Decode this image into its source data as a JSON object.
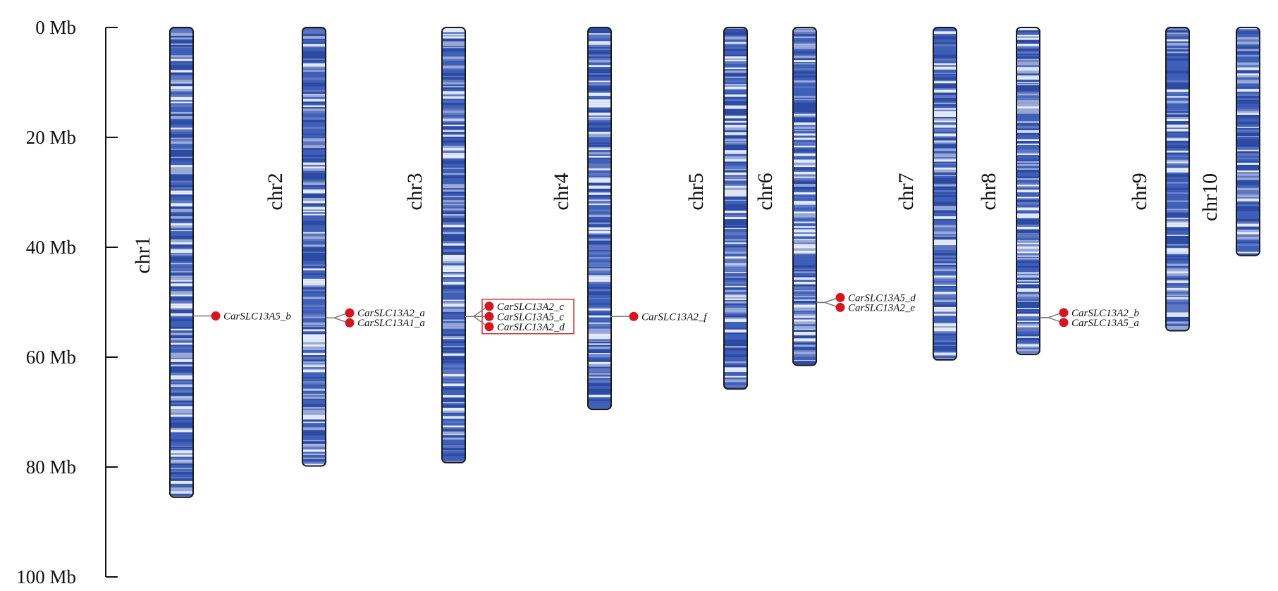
{
  "chart_data": {
    "type": "chromosome_ideogram",
    "axis": {
      "ylim": [
        0,
        100
      ],
      "ticks": [
        {
          "value": 0,
          "label": "0 Mb"
        },
        {
          "value": 20,
          "label": "20 Mb"
        },
        {
          "value": 40,
          "label": "40 Mb"
        },
        {
          "value": 60,
          "label": "60 Mb"
        },
        {
          "value": 80,
          "label": "80 Mb"
        },
        {
          "value": 100,
          "label": "100 Mb"
        }
      ]
    },
    "colors": {
      "chromosome_fill": "#3f5fb8",
      "chromosome_dark": "#2d4aa3",
      "chromosome_light": "#e4ebf8",
      "chromosome_outline": "#1a1a1a",
      "gene_marker": "#d6161e",
      "connector": "#7a7a7a",
      "cluster_box": "#c0393f"
    },
    "chromosomes": [
      {
        "name": "chr1",
        "length_mb": 85.5
      },
      {
        "name": "chr2",
        "length_mb": 79.8
      },
      {
        "name": "chr3",
        "length_mb": 79.2
      },
      {
        "name": "chr4",
        "length_mb": 69.5
      },
      {
        "name": "chr5",
        "length_mb": 65.8
      },
      {
        "name": "chr6",
        "length_mb": 61.5
      },
      {
        "name": "chr7",
        "length_mb": 60.5
      },
      {
        "name": "chr8",
        "length_mb": 59.5
      },
      {
        "name": "chr9",
        "length_mb": 55.2
      },
      {
        "name": "chr10",
        "length_mb": 41.5
      }
    ],
    "genes": [
      {
        "name": "CarSLC13A5_b",
        "chr": "chr1",
        "position_mb": 52.5
      },
      {
        "name": "CarSLC13A2_a",
        "chr": "chr2",
        "position_mb": 52.5
      },
      {
        "name": "CarSLC13A1_a",
        "chr": "chr2",
        "position_mb": 53.2
      },
      {
        "name": "CarSLC13A2_c",
        "chr": "chr3",
        "position_mb": 52.3,
        "cluster": true
      },
      {
        "name": "CarSLC13A5_c",
        "chr": "chr3",
        "position_mb": 52.6,
        "cluster": true
      },
      {
        "name": "CarSLC13A2_d",
        "chr": "chr3",
        "position_mb": 52.9,
        "cluster": true
      },
      {
        "name": "CarSLC13A2_f",
        "chr": "chr4",
        "position_mb": 52.6
      },
      {
        "name": "CarSLC13A5_d",
        "chr": "chr6",
        "position_mb": 40.9
      },
      {
        "name": "CarSLC13A2_e",
        "chr": "chr6",
        "position_mb": 59.2
      },
      {
        "name": "CarSLC13A2_b",
        "chr": "chr8",
        "position_mb": 52.4
      },
      {
        "name": "CarSLC13A5_a",
        "chr": "chr8",
        "position_mb": 53.2
      }
    ]
  }
}
